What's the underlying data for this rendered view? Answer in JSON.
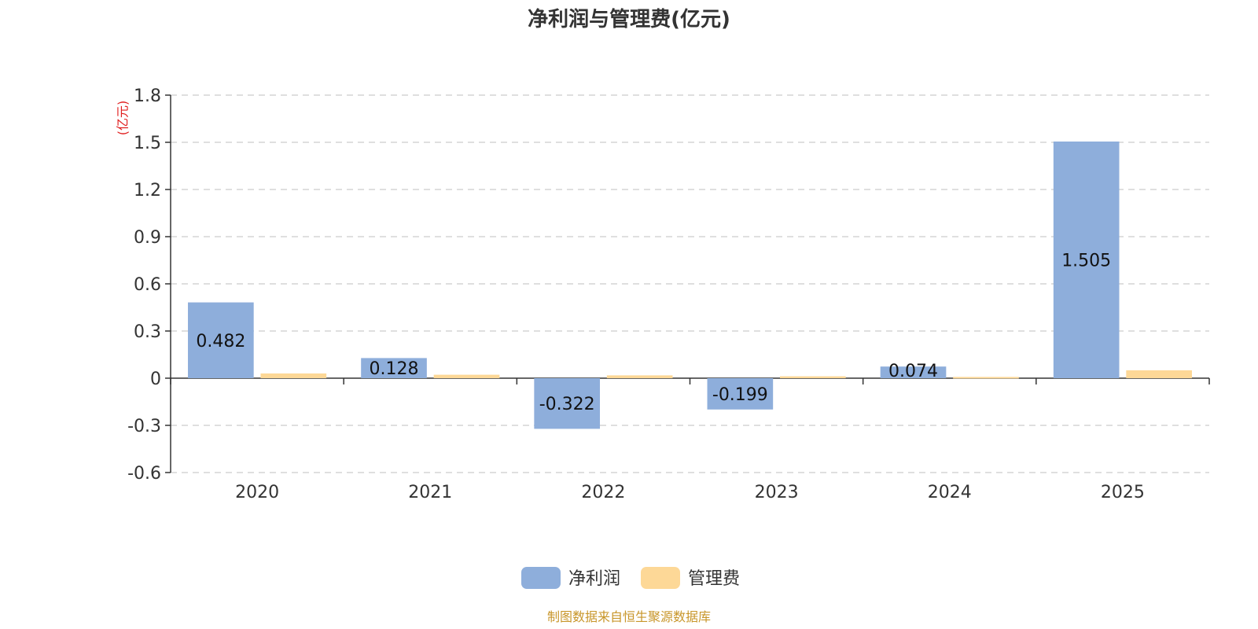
{
  "chart_data": {
    "type": "bar",
    "title": "净利润与管理费(亿元)",
    "y_unit_label": "(亿元)",
    "categories": [
      "2020",
      "2021",
      "2022",
      "2023",
      "2024",
      "2025"
    ],
    "series": [
      {
        "name": "净利润",
        "color": "#8eaedb",
        "values": [
          0.482,
          0.128,
          -0.322,
          -0.199,
          0.074,
          1.505
        ],
        "show_labels": true
      },
      {
        "name": "管理费",
        "color": "#fdd897",
        "values": [
          0.03,
          0.022,
          0.018,
          0.012,
          0.008,
          0.05
        ],
        "show_labels": false
      }
    ],
    "ylim": [
      -0.6,
      1.8
    ],
    "yticks": [
      -0.6,
      -0.3,
      0,
      0.3,
      0.6,
      0.9,
      1.2,
      1.5,
      1.8
    ],
    "ytick_labels": [
      "-0.6",
      "-0.3",
      "0",
      "0.3",
      "0.6",
      "0.9",
      "1.2",
      "1.5",
      "1.8"
    ],
    "grid": true,
    "legend_position": "bottom"
  },
  "source_note": "制图数据来自恒生聚源数据库"
}
